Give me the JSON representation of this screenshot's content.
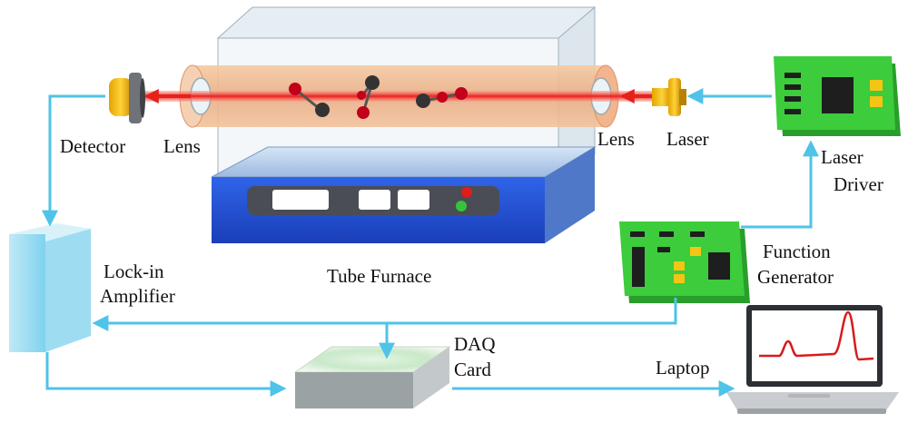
{
  "labels": {
    "detector": "Detector",
    "lens_left": "Lens",
    "lens_right": "Lens",
    "laser": "Laser",
    "laser_driver_1": "Laser",
    "laser_driver_2": "Driver",
    "function_gen_1": "Function",
    "function_gen_2": "Generator",
    "lockin_1": "Lock-in",
    "lockin_2": "Amplifier",
    "tube_furnace": "Tube Furnace",
    "daq_1": "DAQ",
    "daq_2": "Card",
    "laptop": "Laptop"
  },
  "colors": {
    "arrow": "#4fc3e8",
    "beam": "#e8201c",
    "pcb": "#3ccc3c",
    "furnace_blue": "#2a4fd6",
    "tube": "#f0b98e"
  }
}
